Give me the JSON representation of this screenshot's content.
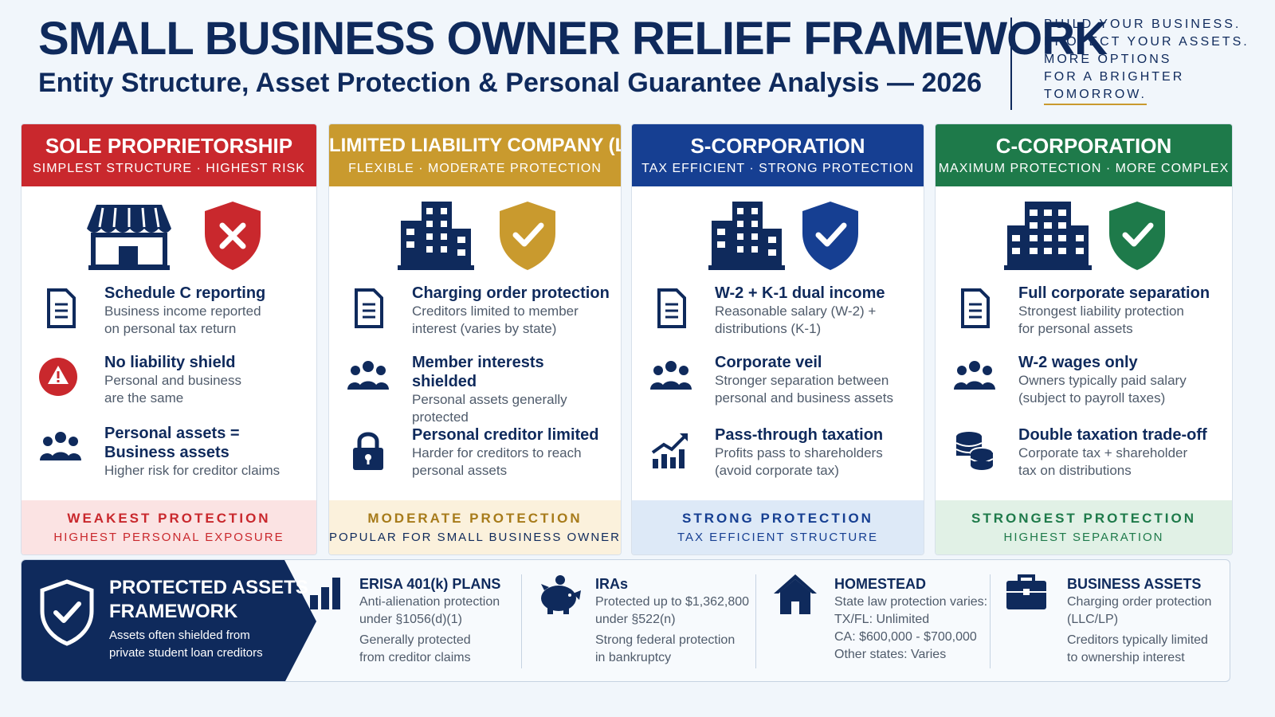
{
  "header": {
    "title": "SMALL BUSINESS OWNER RELIEF FRAMEWORK",
    "subtitle": "Entity Structure, Asset Protection & Personal Guarantee Analysis — 2026",
    "tagline": [
      "BUILD YOUR BUSINESS.",
      "PROTECT YOUR ASSETS.",
      "MORE OPTIONS",
      "FOR A BRIGHTER",
      "TOMORROW."
    ]
  },
  "colors": {
    "navy": "#0f2a5c",
    "red": "#c9282d",
    "gold": "#c99a2e",
    "blue": "#163f92",
    "green": "#1e7a4a"
  },
  "cards": [
    {
      "title": "SOLE PROPRIETORSHIP",
      "subtitle": "SIMPLEST STRUCTURE · HIGHEST RISK",
      "building_icon": "storefront-icon",
      "shield_icon": "shield-x-icon",
      "features": [
        {
          "icon": "document-icon",
          "title": "Schedule C reporting",
          "desc": [
            "Business income reported",
            "on personal tax return"
          ]
        },
        {
          "icon": "warning-icon",
          "title": "No liability shield",
          "desc": [
            "Personal and business",
            "are the same"
          ]
        },
        {
          "icon": "people-icon",
          "title": "Personal assets =",
          "title2": "Business assets",
          "desc": [
            "Higher risk for creditor claims"
          ]
        }
      ],
      "footer_main": "WEAKEST PROTECTION",
      "footer_sub": "HIGHEST PERSONAL EXPOSURE"
    },
    {
      "title": "LIMITED LIABILITY COMPANY (LLC)",
      "subtitle": "FLEXIBLE · MODERATE PROTECTION",
      "building_icon": "office-building-icon",
      "shield_icon": "shield-check-icon",
      "features": [
        {
          "icon": "document-icon",
          "title": "Charging order protection",
          "desc": [
            "Creditors limited to member",
            "interest (varies by state)"
          ]
        },
        {
          "icon": "people-icon",
          "title": "Member interests shielded",
          "desc": [
            "Personal assets generally",
            "protected"
          ]
        },
        {
          "icon": "lock-icon",
          "title": "Personal creditor limited",
          "desc": [
            "Harder for creditors to reach",
            "personal assets"
          ]
        }
      ],
      "footer_main": "MODERATE PROTECTION",
      "footer_sub": "POPULAR FOR SMALL BUSINESS OWNERS"
    },
    {
      "title": "S-CORPORATION",
      "subtitle": "TAX EFFICIENT · STRONG PROTECTION",
      "building_icon": "office-building-icon",
      "shield_icon": "shield-check-icon",
      "features": [
        {
          "icon": "document-icon",
          "title": "W-2 + K-1 dual income",
          "desc": [
            "Reasonable salary (W-2) +",
            "distributions (K-1)"
          ]
        },
        {
          "icon": "people-icon",
          "title": "Corporate veil",
          "desc": [
            "Stronger separation between",
            "personal and business assets"
          ]
        },
        {
          "icon": "growth-chart-icon",
          "title": "Pass-through taxation",
          "desc": [
            "Profits pass to shareholders",
            "(avoid corporate tax)"
          ]
        }
      ],
      "footer_main": "STRONG PROTECTION",
      "footer_sub": "TAX EFFICIENT STRUCTURE"
    },
    {
      "title": "C-CORPORATION",
      "subtitle": "MAXIMUM PROTECTION · MORE COMPLEX",
      "building_icon": "office-building-icon",
      "shield_icon": "shield-check-icon",
      "features": [
        {
          "icon": "document-icon",
          "title": "Full corporate separation",
          "desc": [
            "Strongest liability protection",
            "for personal assets"
          ]
        },
        {
          "icon": "people-icon",
          "title": "W-2 wages only",
          "desc": [
            "Owners typically paid salary",
            "(subject to payroll taxes)"
          ]
        },
        {
          "icon": "coins-icon",
          "title": "Double taxation trade-off",
          "desc": [
            "Corporate tax + shareholder",
            "tax on distributions"
          ]
        }
      ],
      "footer_main": "STRONGEST PROTECTION",
      "footer_sub": "HIGHEST SEPARATION"
    }
  ],
  "protected": {
    "title_line1": "PROTECTED ASSETS",
    "title_line2": "FRAMEWORK",
    "desc_line1": "Assets often shielded from",
    "desc_line2": "private student loan creditors",
    "columns": [
      {
        "icon": "bar-chart-icon",
        "title": "ERISA 401(k) PLANS",
        "desc": [
          "Anti-alienation protection",
          "under §1056(d)(1)"
        ],
        "desc2": [
          "Generally protected",
          "from creditor claims"
        ]
      },
      {
        "icon": "piggy-bank-icon",
        "title": "IRAs",
        "desc": [
          "Protected up to $1,362,800",
          "under §522(n)"
        ],
        "desc2": [
          "Strong federal protection",
          "in bankruptcy"
        ]
      },
      {
        "icon": "house-icon",
        "title": "HOMESTEAD",
        "desc": [
          "State law protection varies:",
          "TX/FL: Unlimited",
          "CA: $600,000 - $700,000",
          "Other states: Varies"
        ],
        "desc2": []
      },
      {
        "icon": "briefcase-icon",
        "title": "BUSINESS ASSETS",
        "desc": [
          "Charging order protection",
          "(LLC/LP)"
        ],
        "desc2": [
          "Creditors typically limited",
          "to ownership interest"
        ]
      }
    ]
  }
}
